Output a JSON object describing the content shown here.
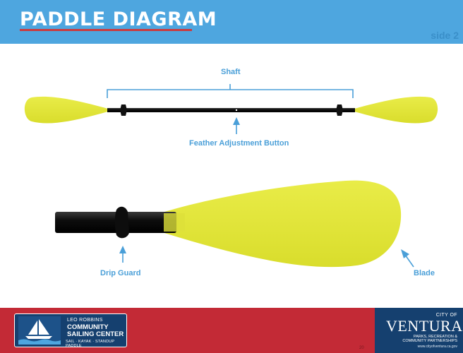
{
  "header": {
    "title": "PADDLE DIAGRAM",
    "side_label": "side 2"
  },
  "diagram": {
    "labels": {
      "shaft": "Shaft",
      "feather": "Feather Adjustment Button",
      "drip_guard": "Drip Guard",
      "blade": "Blade"
    },
    "colors": {
      "blade": "#e4e835",
      "shaft": "#141414",
      "callout": "#4a9fd8"
    }
  },
  "footer": {
    "lrcsc": {
      "line1": "LEO ROBBINS",
      "line2": "COMMUNITY",
      "line3": "SAILING CENTER",
      "tagline": "SAIL · KAYAK · STANDUP PADDLE"
    },
    "ventura": {
      "city_of": "CITY OF",
      "name": "VENTURA",
      "dept_line1": "PARKS, RECREATION &",
      "dept_line2": "COMMUNITY PARTNERSHIPS",
      "url": "www.cityofventura.ca.gov"
    },
    "page_number": "20"
  }
}
